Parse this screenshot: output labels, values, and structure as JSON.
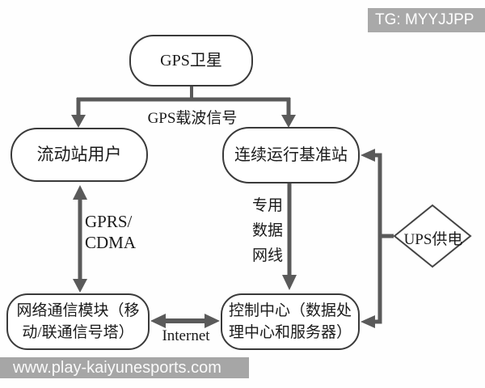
{
  "badge": {
    "text": "TG: MYYJJPP"
  },
  "watermark": {
    "text": "www.play-kaiyunesports.com"
  },
  "nodes": {
    "gps_satellite": {
      "label": "GPS卫星"
    },
    "rover_user": {
      "label": "流动站用户"
    },
    "base_station": {
      "label": "连续运行基准站"
    },
    "network_module": {
      "lines": [
        "网络通信模块（移",
        "动/联通信号塔）"
      ]
    },
    "control_center": {
      "lines": [
        "控制中心（数据处",
        "理中心和服务器）"
      ]
    },
    "ups": {
      "label": "UPS供电"
    }
  },
  "edges": {
    "gps_signal": {
      "label": "GPS载波信号"
    },
    "gprs_cdma": {
      "lines": [
        "GPRS/",
        "CDMA"
      ]
    },
    "dedicated_line": {
      "lines": [
        "专用",
        "数据",
        "网线"
      ]
    },
    "internet": {
      "label": "Internet"
    }
  },
  "colors": {
    "connector": "#5a5a5a",
    "box_border": "#3a3a3a",
    "badge_bg": "#a9a9a9",
    "watermark_bg": "#a6a6a6",
    "text": "#1a1a1a"
  }
}
